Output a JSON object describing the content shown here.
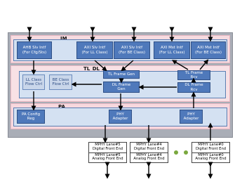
{
  "layers": {
    "im": "IM",
    "tl": "TL_DL",
    "pa": "PA"
  },
  "im_blocks": [
    "AHB Slv Intf\n(For Cfg/Sts)",
    "AXI Slv Intf\n(For LL Class)",
    "AXI Slv Intf\n(For BE Class)",
    "AXI Mst Intf\n(For LL Class)",
    "AXI Mst Intf\n(For BE Class)"
  ],
  "tl_blocks": {
    "ll_flow": "LL Class\nFlow Ctrl",
    "be_flow": "BE Class\nFlow Ctrl",
    "tl_gen": "TL Frame Gen",
    "dl_gen": "DL Frame\nGen",
    "tl_rcv": "TL Frame\nRcv",
    "dl_rcv": "DL Frame\nRcv"
  },
  "pa_blocks": {
    "config": "PA Config\nReg",
    "phy1": "PHY\nAdapter",
    "phy2": "PHY\nAdapter"
  },
  "mphy": [
    {
      "digital": "MPHY Lane#5\nDigital Front End",
      "analog": "MPHY Lane#5\nAnalog Front End"
    },
    {
      "digital": "MPHY Lane#4\nDigital Front End",
      "analog": "MPHY Lane#4\nAnalog Front End"
    },
    {
      "digital": "MPHY Lane#0\nDigital Front End",
      "analog": "MPHY Lane#0\nAnalog Front End"
    }
  ],
  "colors": {
    "block_blue": "#4f79bb",
    "block_light": "#c9d6ea",
    "layer_pink": "#f6dbe0",
    "outer_gray": "#a9adb6",
    "dot_green": "#7aa83f"
  }
}
